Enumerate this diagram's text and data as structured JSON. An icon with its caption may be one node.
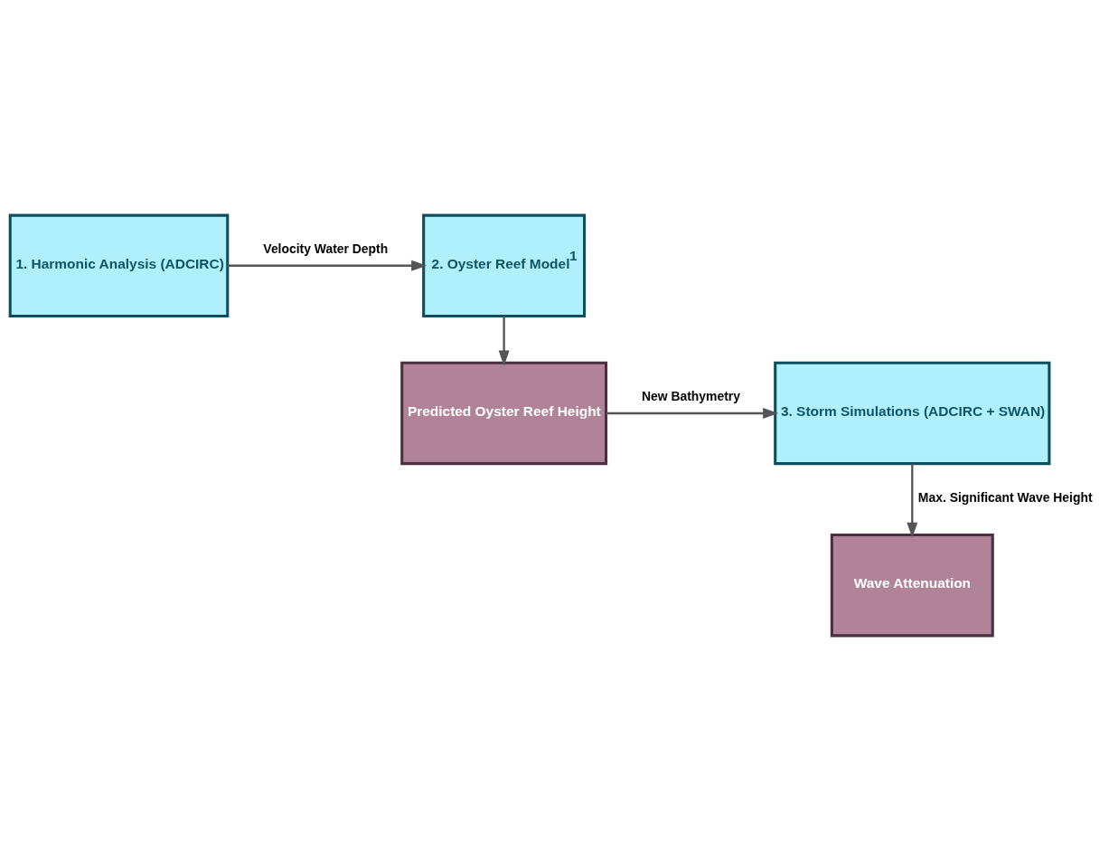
{
  "diagram": {
    "nodes": [
      {
        "text": [
          "1. Harmonic Analysis (ADCIRC)"
        ]
      },
      {
        "text": [
          "2. Oyster Reef Model$^{1}$"
        ]
      },
      {
        "text": [
          "Predicted Oyster Reef Height"
        ]
      },
      {
        "text": [
          "3. Storm Simulations (ADCIRC + SWAN)"
        ]
      },
      {
        "text": [
          "Wave Attenuation"
        ]
      }
    ],
    "edges": [
      {
        "from": 0,
        "to": 1,
        "arrow": "to",
        "label": "Velocity Water Depth"
      },
      {
        "from": 1,
        "to": 2,
        "arrow": "to"
      },
      {
        "from": 2,
        "to": 3,
        "arrow": "to",
        "label": "New Bathymetry"
      },
      {
        "from": 3,
        "to": 4,
        "arrow": "to",
        "label": "Max. Significant Wave Height"
      }
    ]
  }
}
